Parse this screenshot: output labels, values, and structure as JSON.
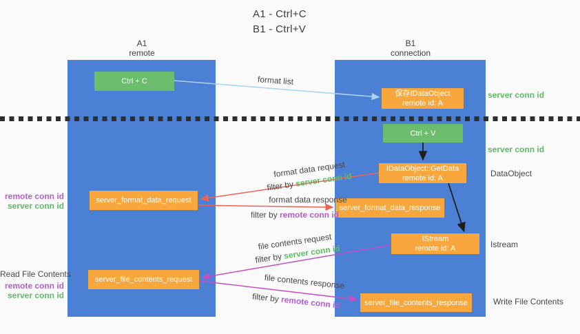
{
  "title": {
    "line1": "A1 - Ctrl+C",
    "line2": "B1 - Ctrl+V"
  },
  "lanes": {
    "a": {
      "title": "A1",
      "subtitle": "remote"
    },
    "b": {
      "title": "B1",
      "subtitle": "connection"
    }
  },
  "nodes": {
    "ctrl_c": {
      "label": "Ctrl + C"
    },
    "ctrl_v": {
      "label": "Ctrl + V"
    },
    "save_dataobject": {
      "line1": "保存IDataObject",
      "line2": "remote id: A"
    },
    "getdata": {
      "line1": "IDataObject::GetData",
      "line2": "remote id: A"
    },
    "istream": {
      "line1": "IStream",
      "line2": "remote id: A"
    },
    "format_request": {
      "label": "server_format_data_request"
    },
    "format_response": {
      "label": "server_format_data_response"
    },
    "file_request": {
      "label": "server_file_contents_request"
    },
    "file_response": {
      "label": "server_file_contents_response"
    }
  },
  "arrow_labels": {
    "format_list": "format list",
    "format_data_request": "format data request",
    "format_data_response": "format data response",
    "file_contents_request": "file contents request",
    "file_contents_response": "file contents response",
    "filter_by": "filter by ",
    "server_conn_id": "server conn id",
    "remote_conn_id": "remote conn id"
  },
  "side_labels": {
    "server_conn_id_top": "server conn id",
    "server_conn_id_mid": "server conn id",
    "dataobject": "DataObject",
    "istream": "Istream",
    "write_file_contents": "Write File Contents",
    "read_file_contents": "Read File Contents",
    "remote_conn_id_1": "remote conn id",
    "server_conn_id_1": "server conn id",
    "remote_conn_id_2": "remote conn id",
    "server_conn_id_2": "server conn id"
  },
  "colors": {
    "lane_blue": "#4b80d5",
    "node_orange": "#f7a73e",
    "node_green": "#6dbd6e",
    "green_text": "#5fb965",
    "purple_text": "#b15fc9",
    "red_arrow": "#ed6352",
    "magenta_arrow": "#c44fc4",
    "blue_arrow": "#a9d4f2",
    "black_arrow": "#1f1f1f"
  }
}
